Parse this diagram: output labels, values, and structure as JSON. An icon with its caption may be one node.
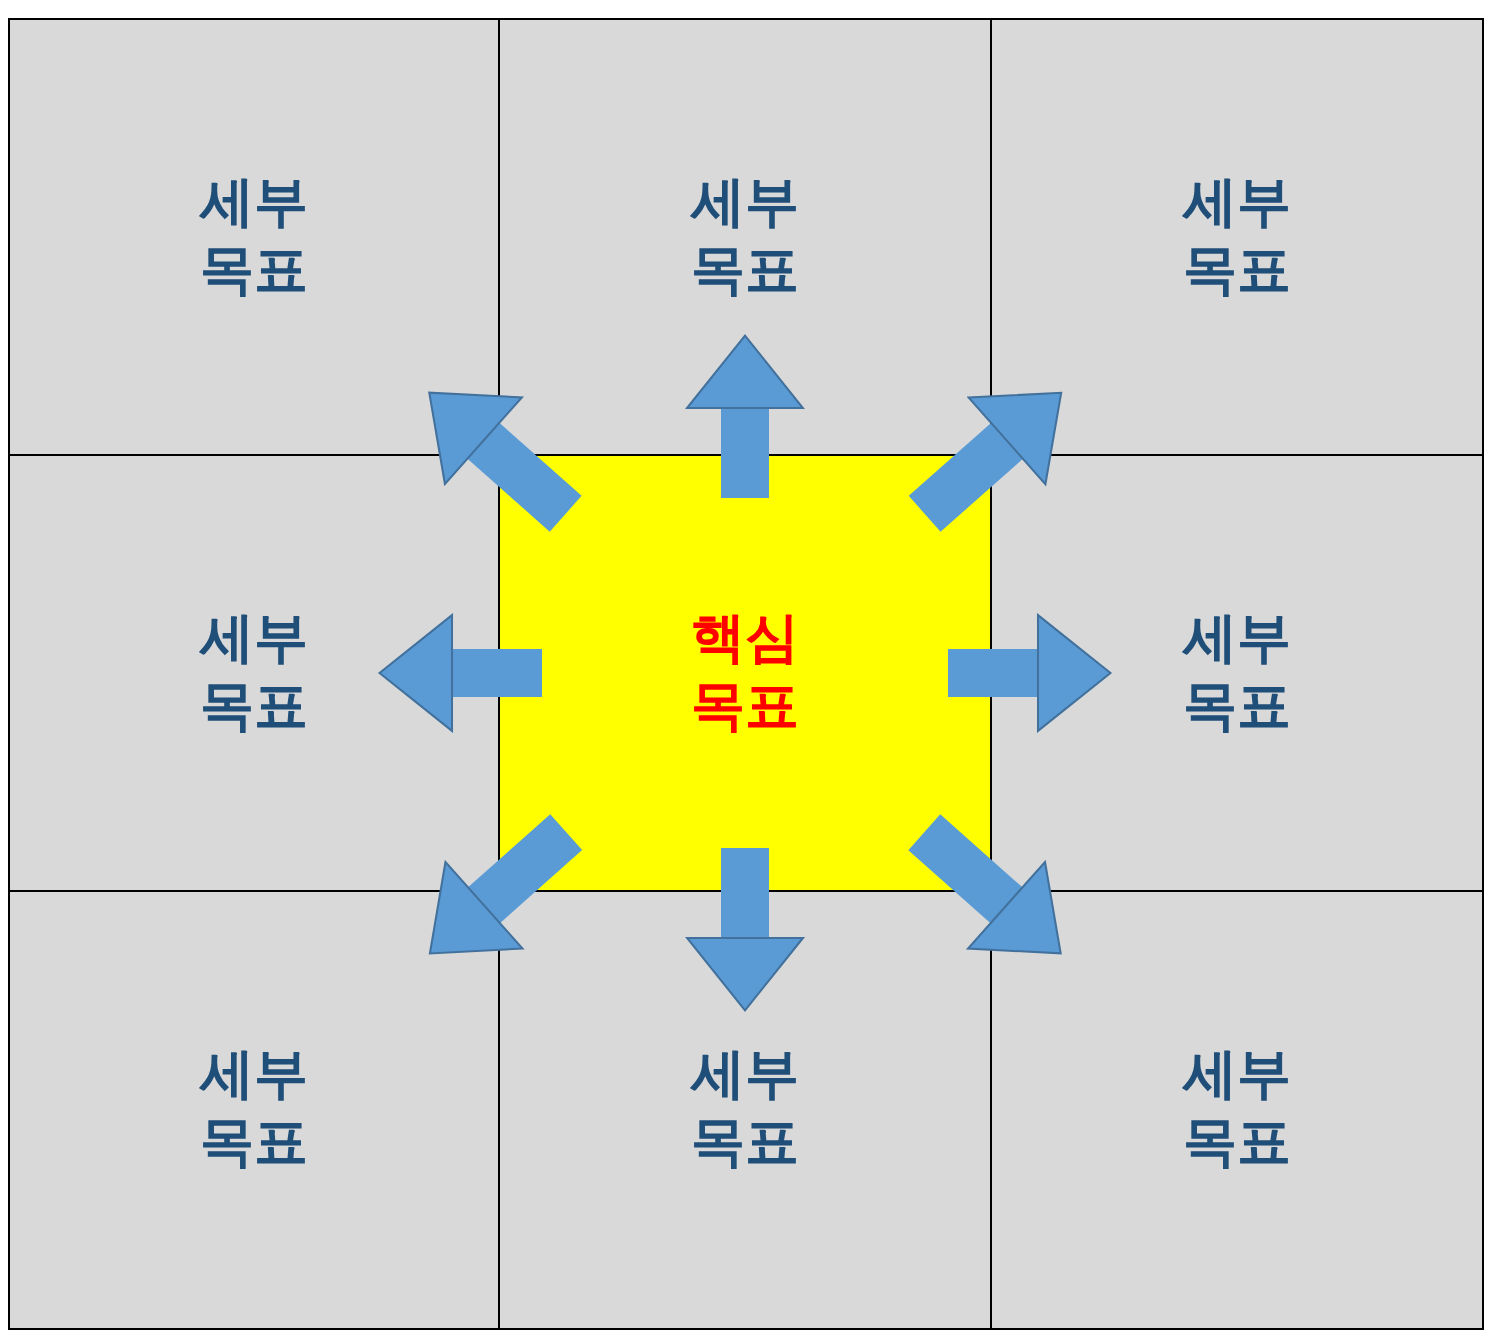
{
  "diagram": {
    "nodes": [
      {
        "text": [
          "세부 목표"
        ]
      },
      {
        "text": [
          "세부 목표"
        ]
      },
      {
        "text": [
          "세부 목표"
        ]
      },
      {
        "text": [
          "세부 목표"
        ]
      },
      {
        "text": [
          "핵심 목표"
        ]
      },
      {
        "text": [
          "세부 목표"
        ]
      },
      {
        "text": [
          "세부 목표"
        ]
      },
      {
        "text": [
          "세부 목표"
        ]
      },
      {
        "text": [
          "세부 목표"
        ]
      }
    ],
    "edges": [
      {
        "from": 4,
        "to": 0,
        "arrow": "to"
      },
      {
        "from": 4,
        "to": 1,
        "arrow": "to"
      },
      {
        "from": 4,
        "to": 2,
        "arrow": "to"
      },
      {
        "from": 4,
        "to": 3,
        "arrow": "to"
      },
      {
        "from": 4,
        "to": 5,
        "arrow": "to"
      },
      {
        "from": 4,
        "to": 6,
        "arrow": "to"
      },
      {
        "from": 4,
        "to": 7,
        "arrow": "to"
      },
      {
        "from": 4,
        "to": 8,
        "arrow": "to"
      }
    ]
  }
}
